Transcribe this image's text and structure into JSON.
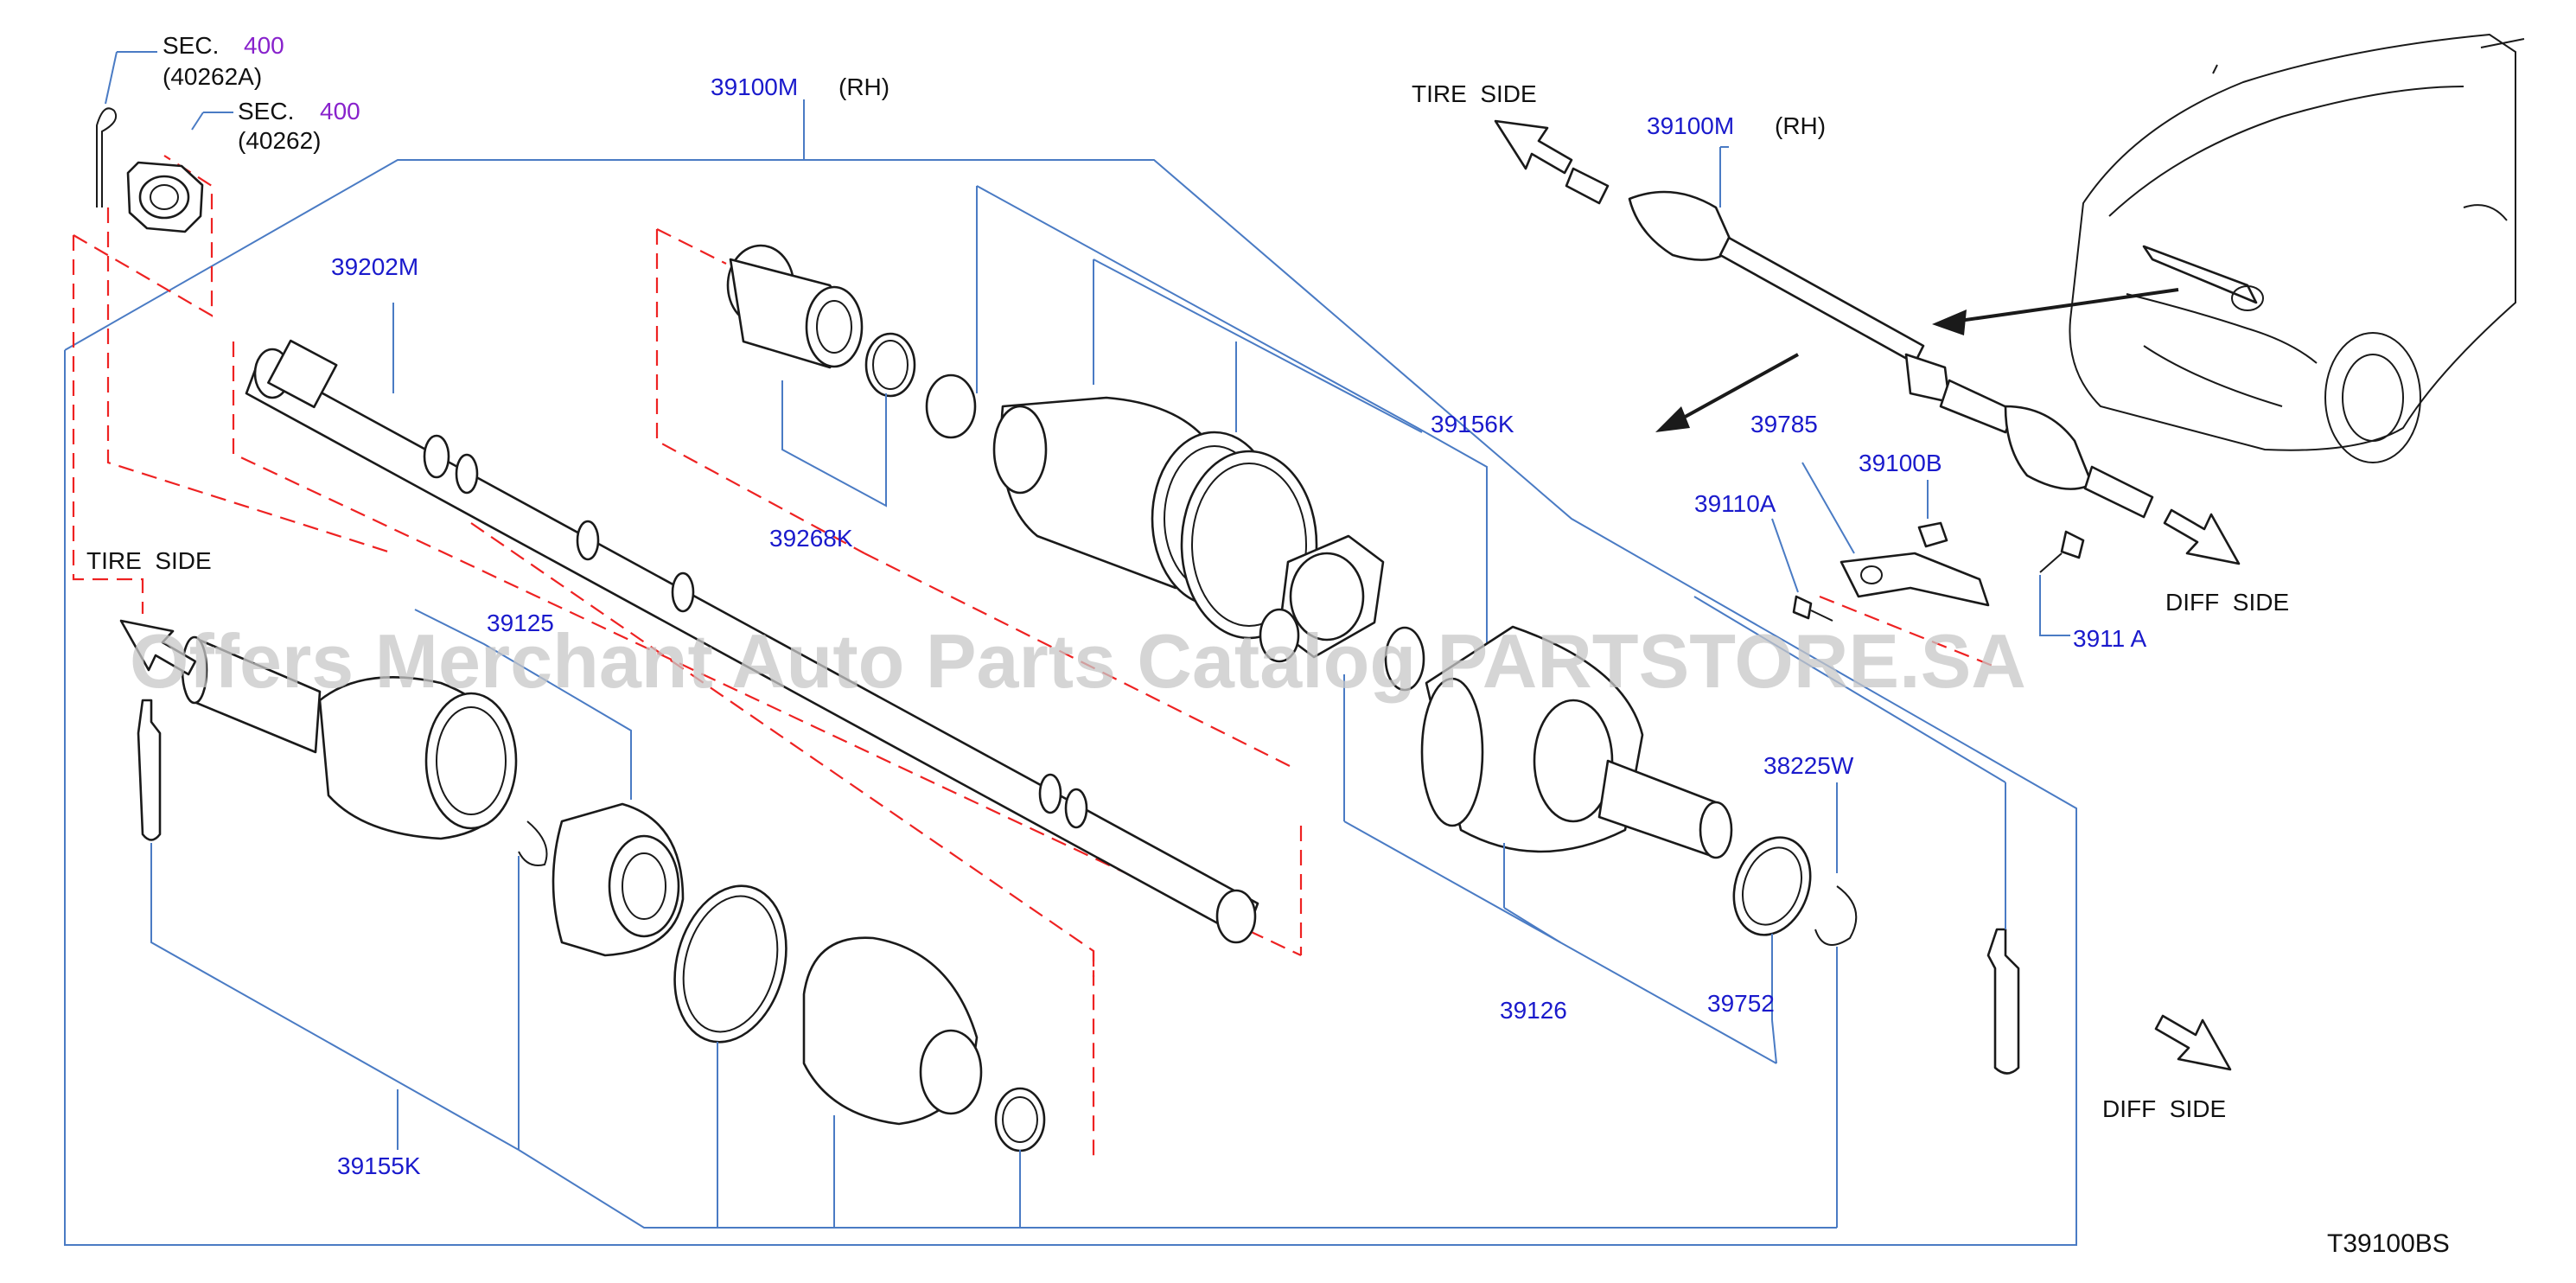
{
  "callouts": {
    "sec_a_label": "SEC.",
    "sec_a_num": "400",
    "sec_a_ref": "(40262A)",
    "sec_b_label": "SEC.",
    "sec_b_num": "400",
    "sec_b_ref": "(40262)",
    "p39100M_main": "39100M",
    "rh_main": "(RH)",
    "p39202M": "39202M",
    "p39268K": "39268K",
    "p39156K": "39156K",
    "p39125": "39125",
    "p39155K": "39155K",
    "p39126": "39126",
    "p39752": "39752",
    "p38225W": "38225W",
    "p39100M_inset": "39100M",
    "rh_inset": "(RH)",
    "p39785": "39785",
    "p39100B": "39100B",
    "p39110A": "39110A",
    "p3911A": "3911 A"
  },
  "side_labels": {
    "tire_side_top": "TIRE  SIDE",
    "tire_side_left": "TIRE  SIDE",
    "diff_side_inset": "DIFF  SIDE",
    "diff_side_main": "DIFF  SIDE"
  },
  "footer": {
    "figure_code": "T39100BS"
  },
  "watermark": "Offers Merchant Auto Parts Catalog PARTSTORE.SA",
  "colors": {
    "part_number": "#1a1acc",
    "section_number": "#8822cc",
    "leader": "#4a7bc4",
    "dashed": "#ee2222",
    "text": "#111111"
  }
}
